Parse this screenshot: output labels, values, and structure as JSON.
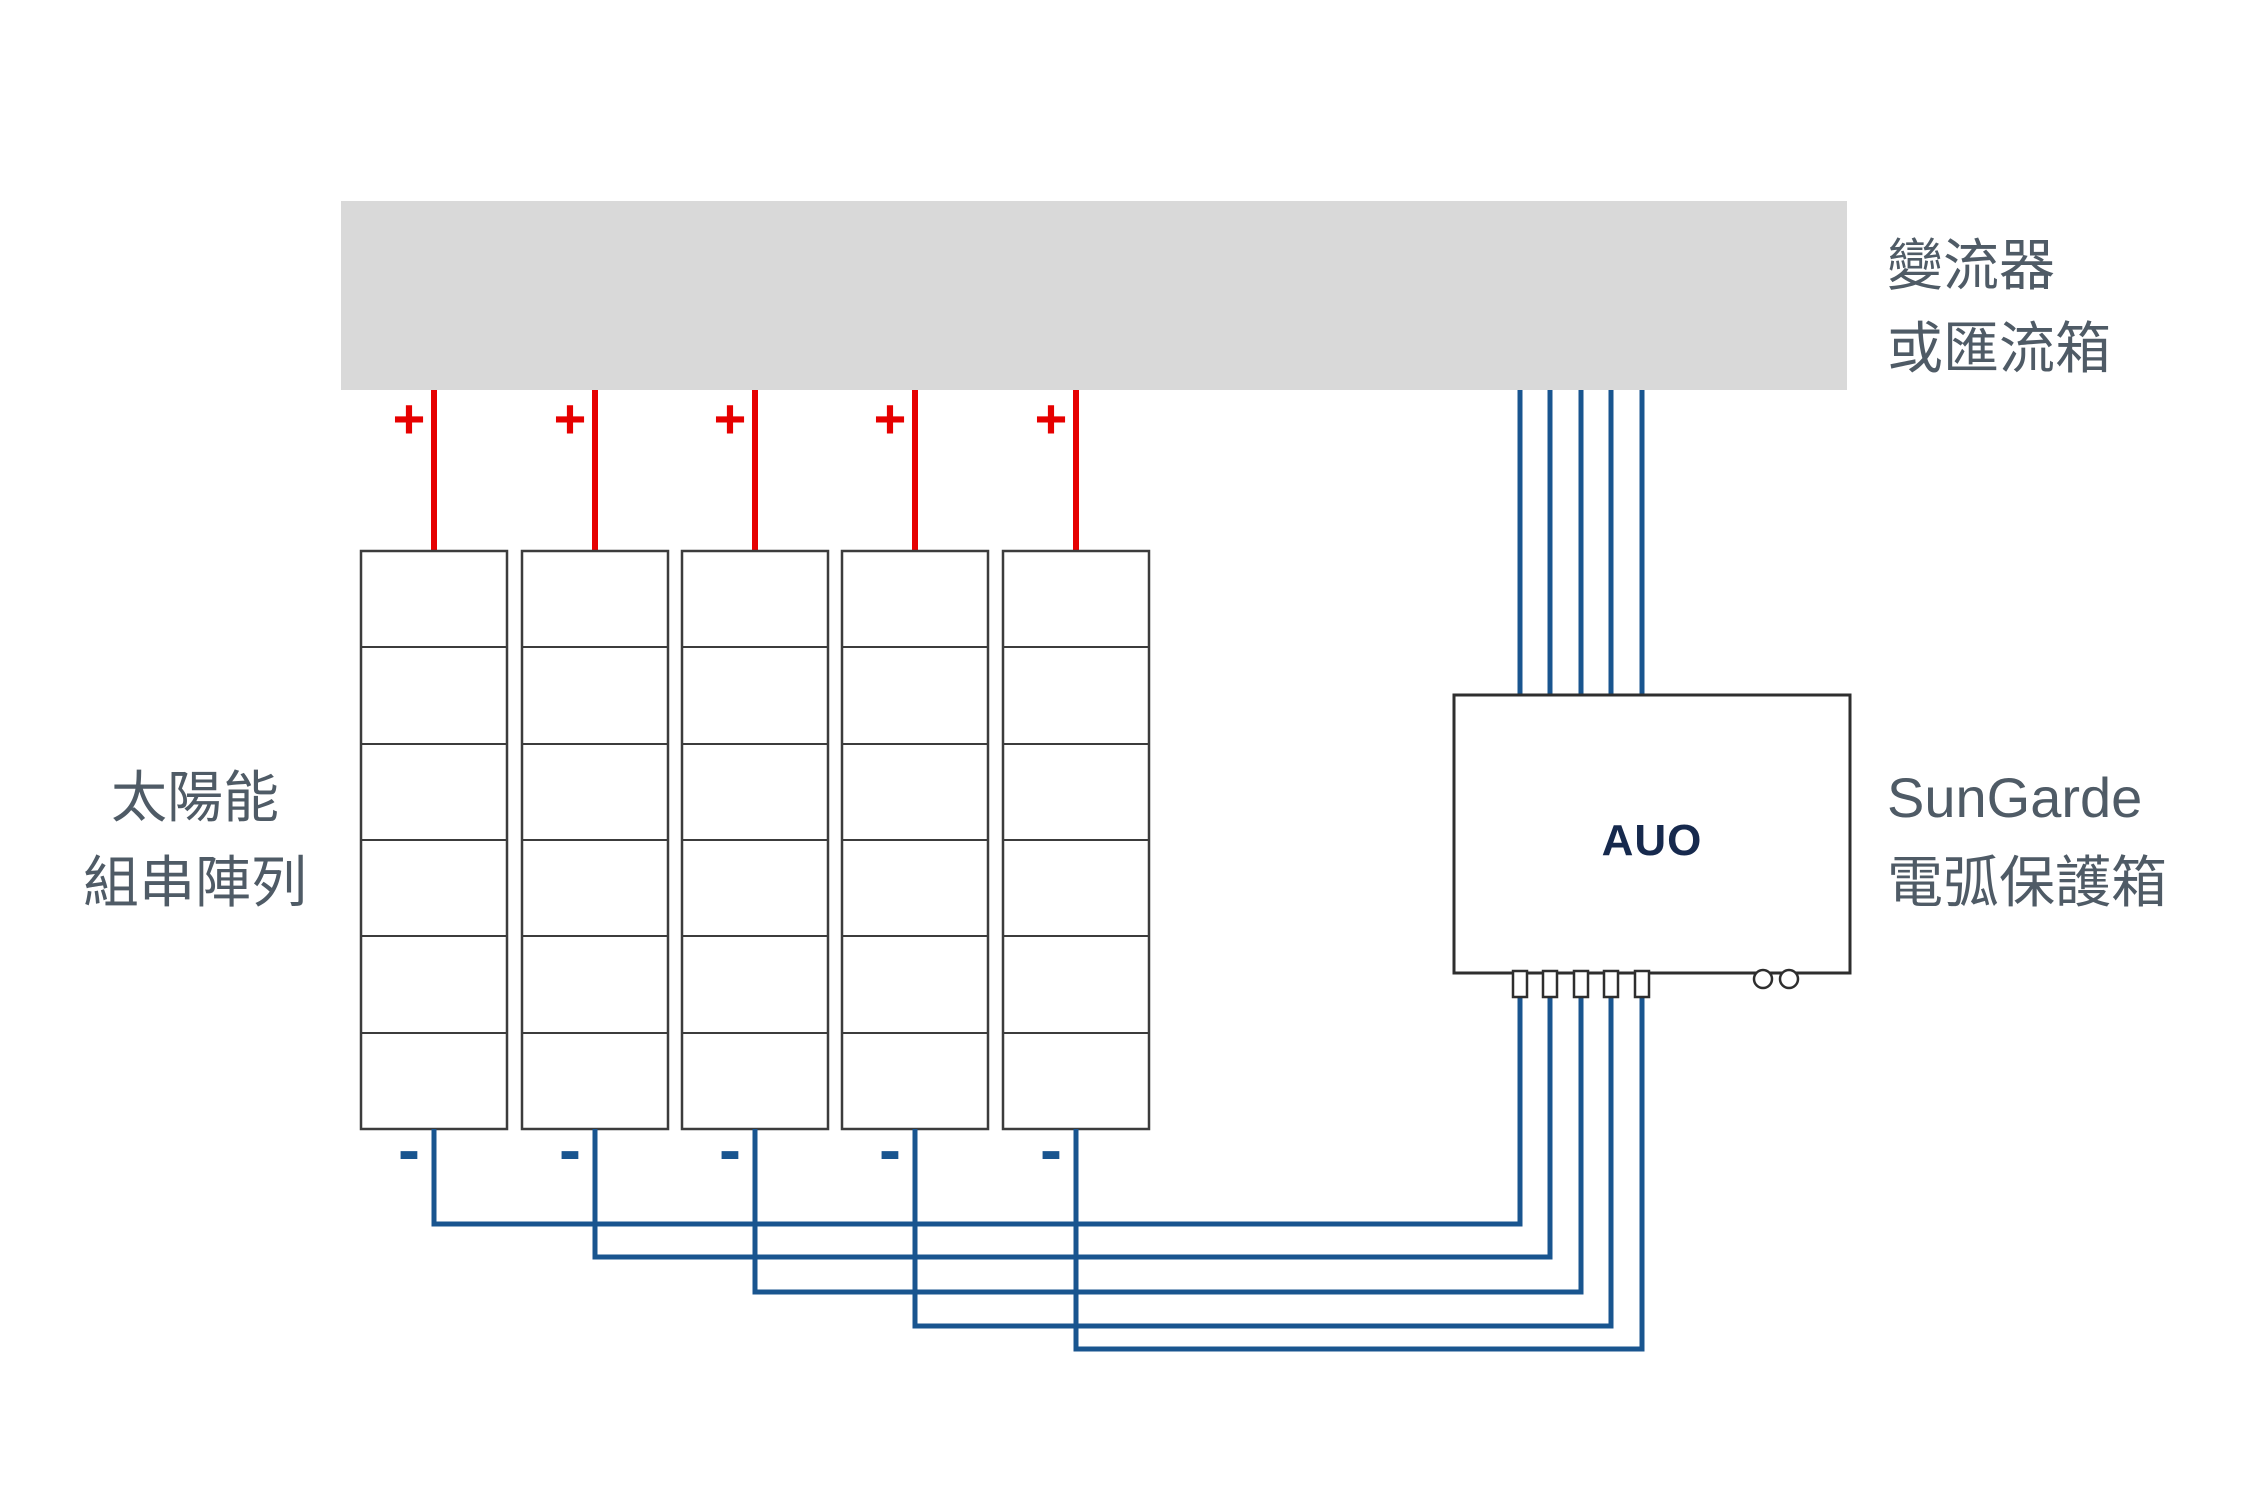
{
  "diagram": {
    "plus_symbol": "+",
    "minus_symbol": "-",
    "labels": {
      "top_line1": "變流器",
      "top_line2": "或匯流箱",
      "array_line1": "太陽能",
      "array_line2": "組串陣列",
      "device_line1": "SunGarde",
      "device_line2": "電弧保護箱",
      "device_logo": "AUO"
    },
    "counts": {
      "pv_strings": 5,
      "cells_per_string": 6,
      "wires_to_bus": 5
    },
    "colors": {
      "positive_wire": "#e60000",
      "negative_wire": "#19558f",
      "bus_bar": "#d9d9d9",
      "outline": "#2e2e2e",
      "label_text": "#4f5b66",
      "logo_text": "#16294d"
    }
  }
}
